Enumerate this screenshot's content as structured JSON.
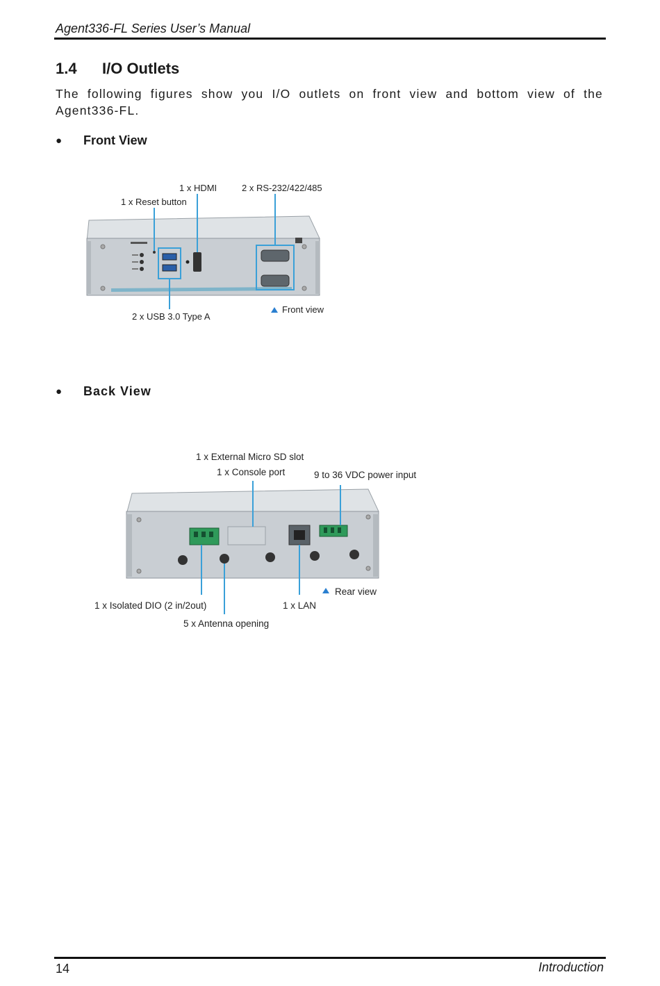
{
  "header": {
    "title": "Agent336-FL Series User’s Manual"
  },
  "section": {
    "number": "1.4",
    "title": "I/O Outlets",
    "intro": "The following figures show you I/O outlets on front view and bottom view of the Agent336-FL."
  },
  "front": {
    "bullet": "●",
    "label": "Front View",
    "callouts": {
      "hdmi": "1 x HDMI",
      "rs": "2 x RS-232/422/485",
      "reset": "1 x Reset button",
      "usb": "2 x  USB 3.0 Type A",
      "caption": "Front view"
    }
  },
  "back": {
    "bullet": "●",
    "label": "Back  View",
    "callouts": {
      "sd": "1 x External Micro SD slot",
      "console": "1 x Console port",
      "power": "9 to 36 VDC power input",
      "caption": "Rear view",
      "dio": "1 x Isolated DIO (2 in/2out)",
      "lan": "1 x LAN",
      "antenna": "5 x Antenna opening"
    }
  },
  "footer": {
    "page": "14",
    "section": "Introduction"
  },
  "colors": {
    "callout_line": "#3aa0d8",
    "chassis": "#c9ced3",
    "text": "#1a1a1a"
  }
}
